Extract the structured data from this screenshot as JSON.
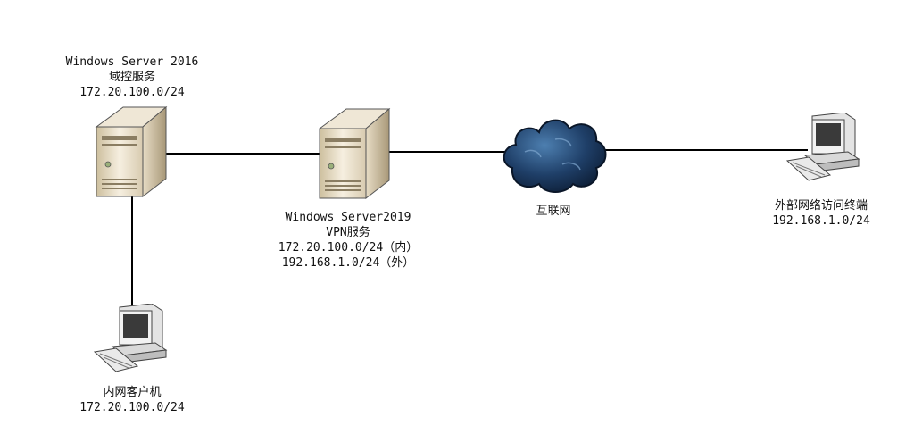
{
  "nodes": {
    "dc_server": {
      "lines": [
        "Windows Server 2016",
        "域控服务",
        "172.20.100.0/24"
      ]
    },
    "vpn_server": {
      "lines": [
        "Windows Server2019",
        "VPN服务",
        "172.20.100.0/24（内）",
        "192.168.1.0/24（外）"
      ]
    },
    "internet": {
      "lines": [
        "互联网"
      ]
    },
    "internal_client": {
      "lines": [
        "内网客户机",
        "172.20.100.0/24"
      ]
    },
    "external_client": {
      "lines": [
        "外部网络访问终端",
        "192.168.1.0/24"
      ]
    }
  },
  "colors": {
    "line": "#000000",
    "server_body": "#e9dfcc",
    "cloud": "#1d3f6b"
  },
  "icons": {
    "server": "server-icon",
    "cloud": "cloud-icon",
    "pc": "desktop-computer-icon"
  }
}
